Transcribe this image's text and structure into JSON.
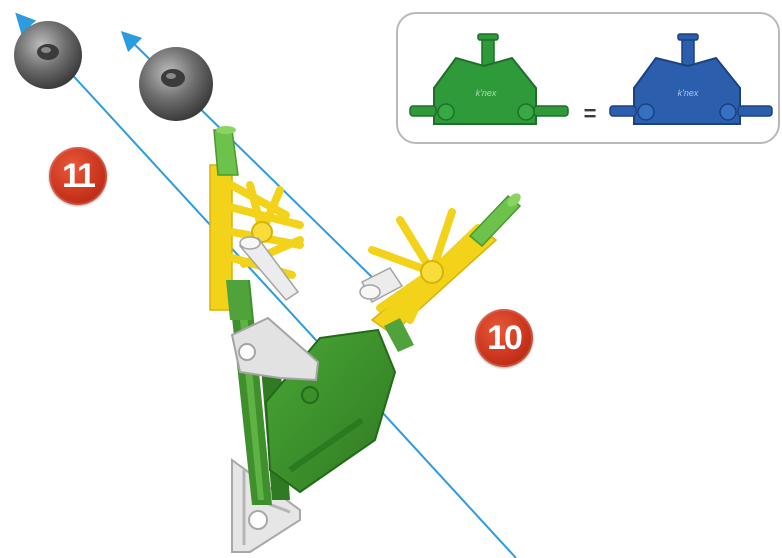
{
  "steps": {
    "step_a": "11",
    "step_b": "10"
  },
  "equivalence": {
    "equals_sign": "=",
    "left_part_marking": "k'nex",
    "right_part_marking": "k'nex",
    "left_part_color": "#2e9a3a",
    "right_part_color": "#2b5fae"
  },
  "icons": [
    "gray-ball-icon",
    "gray-ball-icon",
    "arrow-icon"
  ],
  "colors": {
    "yellow_connector": "#f3d21a",
    "green_rod": "#6cc24a",
    "dark_green_panel": "#3f8f2d",
    "white_connector": "#e8e8e8",
    "guide_line": "#2d9be0",
    "badge_red": "#c8321b"
  }
}
